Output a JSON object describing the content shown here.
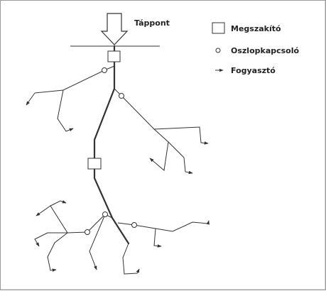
{
  "labels": {
    "feed_point": "Táppont"
  },
  "legend": {
    "breaker": "Megszakító",
    "pole_switch": "Oszlopkapcsoló",
    "consumer": "Fogyasztó"
  },
  "colors": {
    "line": "#333333",
    "background": "#ffffff",
    "frame": "#9a9a9a"
  }
}
